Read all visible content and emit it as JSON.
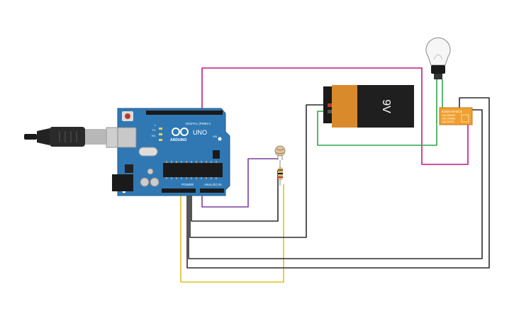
{
  "arduino": {
    "brand": "ARDUINO",
    "model": "UNO",
    "digital_label": "DIGITAL (PWM~)",
    "power_label": "POWER",
    "analog_label": "ANALOG IN",
    "tx_label": "TX",
    "rx_label": "RX",
    "l_label": "L",
    "on_label": "ON"
  },
  "battery": {
    "label": "9V"
  },
  "relay": {
    "title": "KSD8-3V-DC5",
    "line1": "10A 250VAC",
    "line2": "10A 125VAC",
    "line3": "10A 30VDC"
  },
  "colors": {
    "board": "#2f78b4",
    "wire_magenta": "#c2187e",
    "wire_green": "#2fa64a",
    "wire_purple": "#7b3fa0",
    "wire_yellow": "#e0c020",
    "wire_dark": "#2b2b2b",
    "battery_orange": "#d98a2b",
    "relay_orange": "#f0a030"
  },
  "components": [
    "usb-cable-icon",
    "arduino-uno",
    "photoresistor-icon",
    "resistor-icon",
    "battery-9v",
    "lightbulb-icon",
    "relay-module"
  ]
}
